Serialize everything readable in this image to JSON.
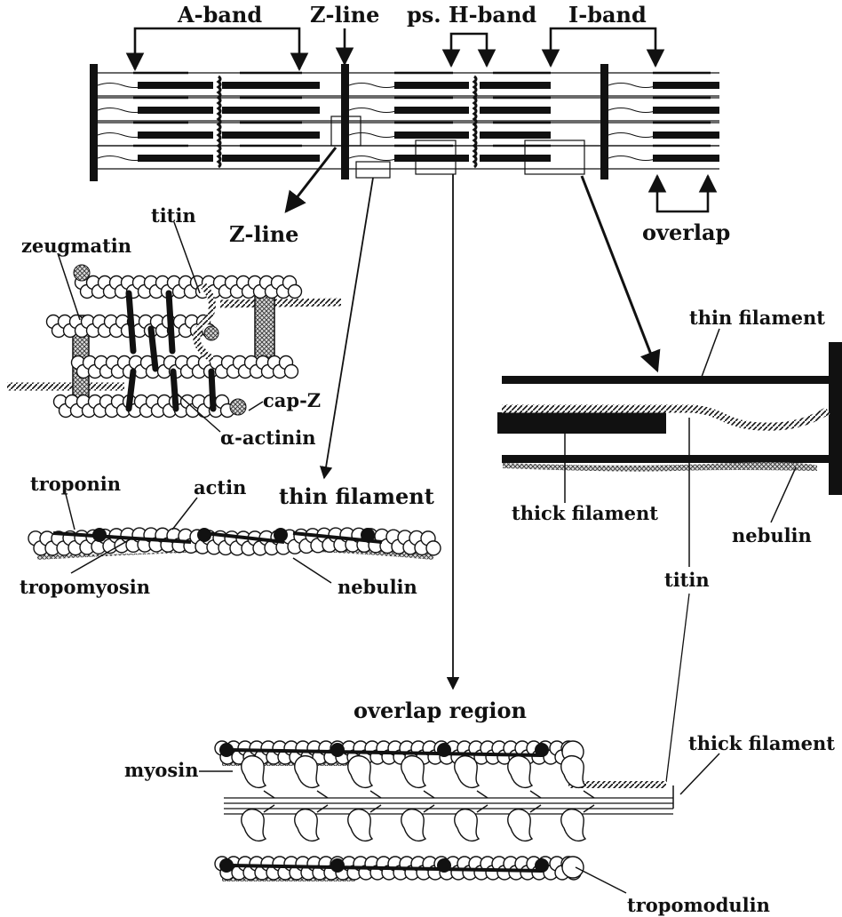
{
  "sarcomere": {
    "a_band": "A-band",
    "z_line": "Z-line",
    "ps_h_band": "ps. H-band",
    "i_band": "I-band",
    "overlap": "overlap"
  },
  "z_line_detail": {
    "title": "Z-line",
    "titin": "titin",
    "zeugmatin": "zeugmatin",
    "cap_z": "cap-Z",
    "alpha_actinin": "α-actinin"
  },
  "thin_filament_detail": {
    "title": "thin filament",
    "troponin": "troponin",
    "actin": "actin",
    "tropomyosin": "tropomyosin",
    "nebulin": "nebulin"
  },
  "i_band_detail": {
    "thin_filament": "thin filament",
    "thick_filament": "thick filament",
    "nebulin": "nebulin",
    "titin": "titin"
  },
  "overlap_detail": {
    "title": "overlap region",
    "myosin": "myosin",
    "thick_filament": "thick filament",
    "tropomodulin": "tropomodulin"
  }
}
